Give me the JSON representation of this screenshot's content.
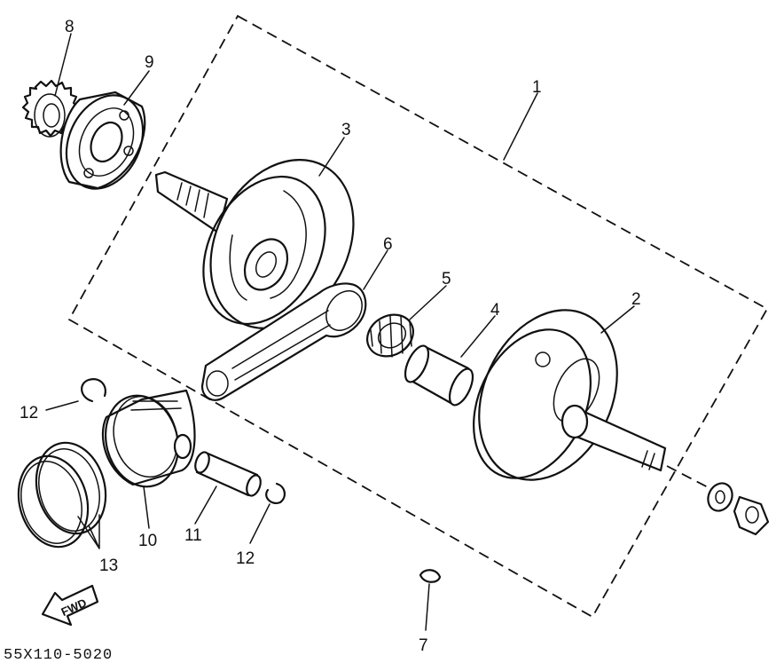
{
  "diagram": {
    "callouts": [
      {
        "id": "1",
        "label": "1"
      },
      {
        "id": "2",
        "label": "2"
      },
      {
        "id": "3",
        "label": "3"
      },
      {
        "id": "4",
        "label": "4"
      },
      {
        "id": "5",
        "label": "5"
      },
      {
        "id": "6",
        "label": "6"
      },
      {
        "id": "7",
        "label": "7"
      },
      {
        "id": "8",
        "label": "8"
      },
      {
        "id": "9",
        "label": "9"
      },
      {
        "id": "10",
        "label": "10"
      },
      {
        "id": "11",
        "label": "11"
      },
      {
        "id": "12a",
        "label": "12"
      },
      {
        "id": "12b",
        "label": "12"
      },
      {
        "id": "13",
        "label": "13"
      }
    ],
    "fwd_label": "FWD",
    "drawing_code": "55X110-5020"
  }
}
